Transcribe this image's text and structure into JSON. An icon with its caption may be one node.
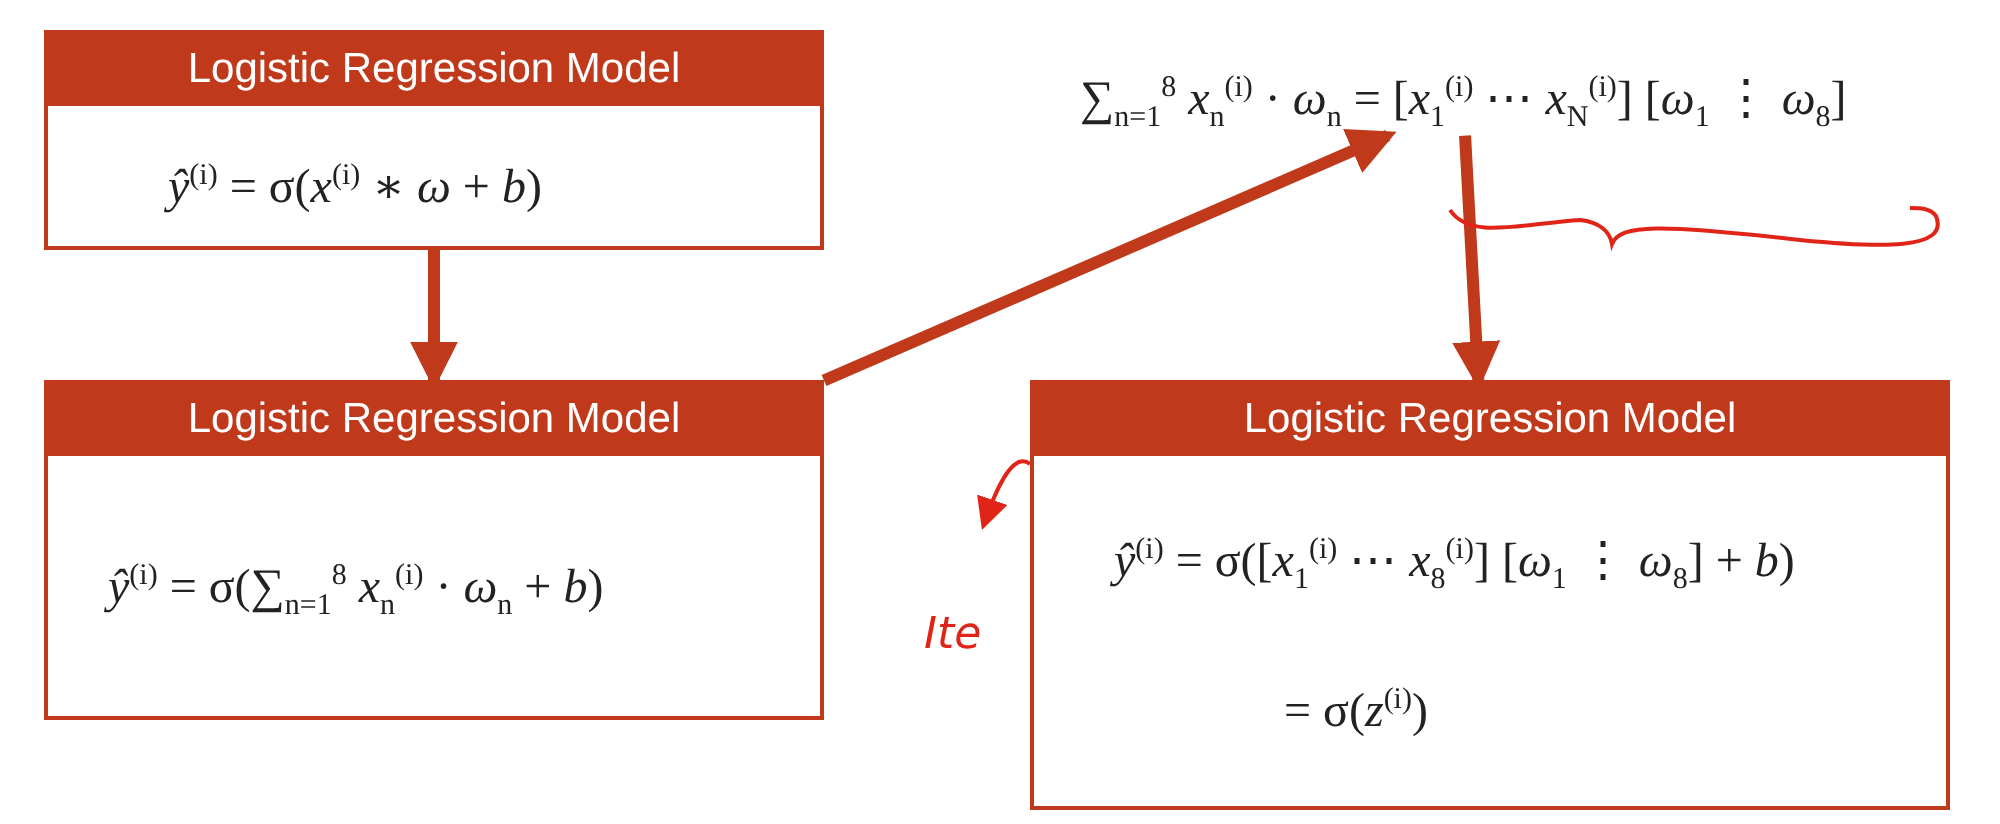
{
  "diagram": {
    "nodes": [
      {
        "text": [
          "Logistic Regression Model",
          "*ŷ*$^{(i)}$ = σ(*x*$^{(i)}$ ∗ *ω* + *b*)"
        ]
      },
      {
        "text": [
          "Logistic Regression Model",
          "*ŷ*$^{(i)}$ = σ(∑$_{n=1}$$^{8}$ *x*$_{n}$$^{(i)}$ · *ω*$_{n}$ + *b*)"
        ]
      },
      {
        "text": [
          "∑$_{n=1}$$^{8}$ *x*$_{n}$$^{(i)}$ · *ω*$_{n}$ = [*x*$_{1}$$^{(i)}$ ⋯ *x*$_{N}$$^{(i)}$] [*ω*$_{1}$ ⋮ *ω*$_{8}$]"
        ]
      },
      {
        "text": [
          "Logistic Regression Model",
          "*ŷ*$^{(i)}$ = σ([*x*$_{1}$$^{(i)}$ ⋯ *x*$_{8}$$^{(i)}$] [*ω*$_{1}$ ⋮ *ω*$_{8}$] + *b*)",
          "= σ(*z*$^{(i)}$)"
        ]
      }
    ],
    "edges": [
      {
        "from": 0,
        "to": 1,
        "arrow": "to"
      },
      {
        "from": 1,
        "to": 2,
        "arrow": "to"
      },
      {
        "from": 2,
        "to": 3,
        "arrow": "to"
      },
      {
        "from": 3,
        "to": null,
        "arrow": "to",
        "color": "#e02418"
      }
    ],
    "labels": [
      "Ite"
    ]
  }
}
